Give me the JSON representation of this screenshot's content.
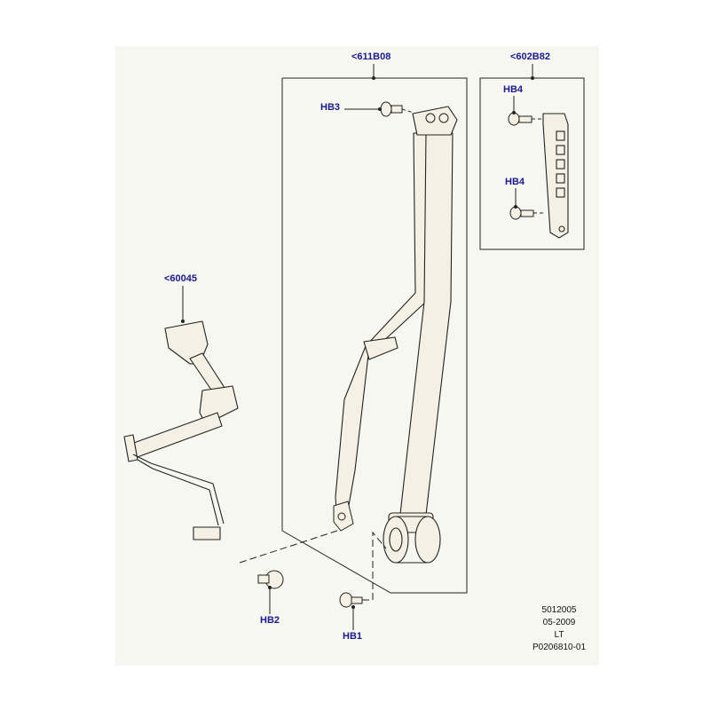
{
  "diagram": {
    "background_color": "#f7f7f2",
    "label_color": "#1a1a8c",
    "line_color": "#222222",
    "part_fill": "#f4f1e4",
    "labels": {
      "shoulder_belt_group": "<611B08",
      "height_adjuster_group": "<602B82",
      "buckle_group": "<60045",
      "bolt_hb3": "HB3",
      "bolt_hb4_top": "HB4",
      "bolt_hb4_bottom": "HB4",
      "bolt_hb2": "HB2",
      "bolt_hb1": "HB1"
    },
    "info_block": {
      "line1": "5012005",
      "line2": "05-2009",
      "line3": "LT",
      "line4": "P0206810-01"
    }
  }
}
